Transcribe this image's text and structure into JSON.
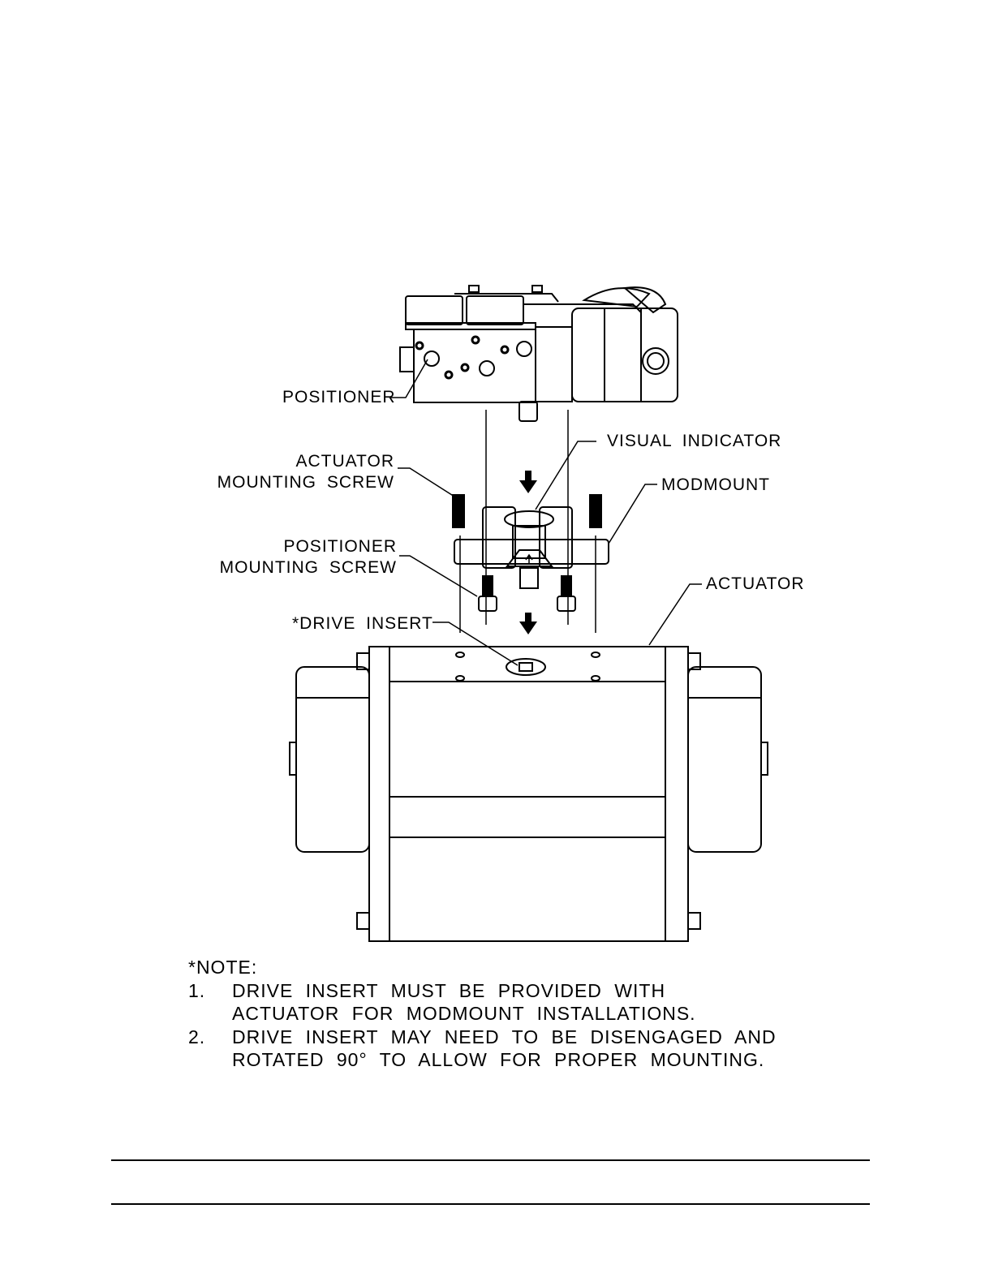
{
  "labels": {
    "positioner": "POSITIONER",
    "visual_indicator": "VISUAL INDICATOR",
    "actuator_mounting_screw": [
      "ACTUATOR",
      "MOUNTING SCREW"
    ],
    "modmount": "MODMOUNT",
    "positioner_mounting_screw": [
      "POSITIONER",
      "MOUNTING SCREW"
    ],
    "actuator": "ACTUATOR",
    "drive_insert": "*DRIVE INSERT"
  },
  "note": {
    "heading": "*NOTE:",
    "items": [
      {
        "num": "1.",
        "lines": [
          "DRIVE INSERT MUST BE PROVIDED WITH",
          "ACTUATOR FOR MODMOUNT INSTALLATIONS."
        ]
      },
      {
        "num": "2.",
        "lines": [
          "DRIVE INSERT MAY NEED TO BE DISENGAGED AND",
          "ROTATED 90° TO ALLOW FOR PROPER MOUNTING."
        ]
      }
    ]
  }
}
